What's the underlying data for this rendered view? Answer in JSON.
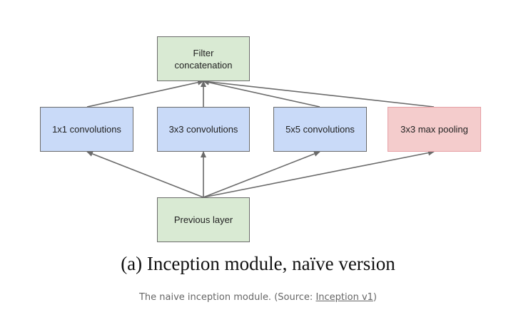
{
  "diagram": {
    "nodes": {
      "filter_line1": "Filter",
      "filter_line2": "concatenation",
      "conv1": "1x1 convolutions",
      "conv3": "3x3 convolutions",
      "conv5": "5x5 convolutions",
      "pool": "3x3 max pooling",
      "prev": "Previous layer"
    },
    "edges": [
      {
        "from": "Previous layer",
        "to": "1x1 convolutions"
      },
      {
        "from": "Previous layer",
        "to": "3x3 convolutions"
      },
      {
        "from": "Previous layer",
        "to": "5x5 convolutions"
      },
      {
        "from": "Previous layer",
        "to": "3x3 max pooling"
      },
      {
        "from": "1x1 convolutions",
        "to": "Filter concatenation"
      },
      {
        "from": "3x3 convolutions",
        "to": "Filter concatenation"
      },
      {
        "from": "5x5 convolutions",
        "to": "Filter concatenation"
      },
      {
        "from": "3x3 max pooling",
        "to": "Filter concatenation"
      }
    ],
    "colors": {
      "green": "#d9ead3",
      "blue": "#c9daf8",
      "red": "#f4cccc",
      "arrow": "#6b6b6b"
    }
  },
  "figure_title": "(a)  Inception module, naïve version",
  "caption": {
    "prefix": "The naive inception module. (Source: ",
    "link_text": "Inception v1",
    "suffix": ")"
  }
}
